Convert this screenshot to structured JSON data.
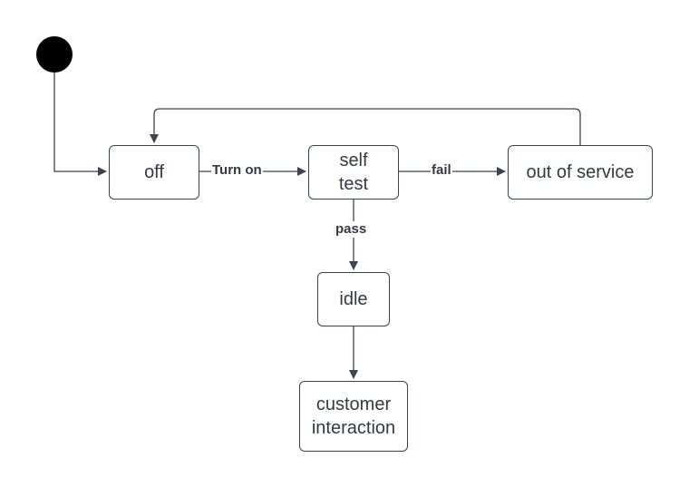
{
  "diagram": {
    "type": "state-machine",
    "colors": {
      "stroke": "#3b4350",
      "text": "#333a44",
      "initial_fill": "#000000"
    },
    "states": {
      "off": "off",
      "self_test": "self\ntest",
      "out_of_service": "out of service",
      "idle": "idle",
      "customer_interaction": "customer\ninteraction"
    },
    "transitions": {
      "turn_on": "Turn on",
      "fail": "fail",
      "pass": "pass"
    }
  }
}
